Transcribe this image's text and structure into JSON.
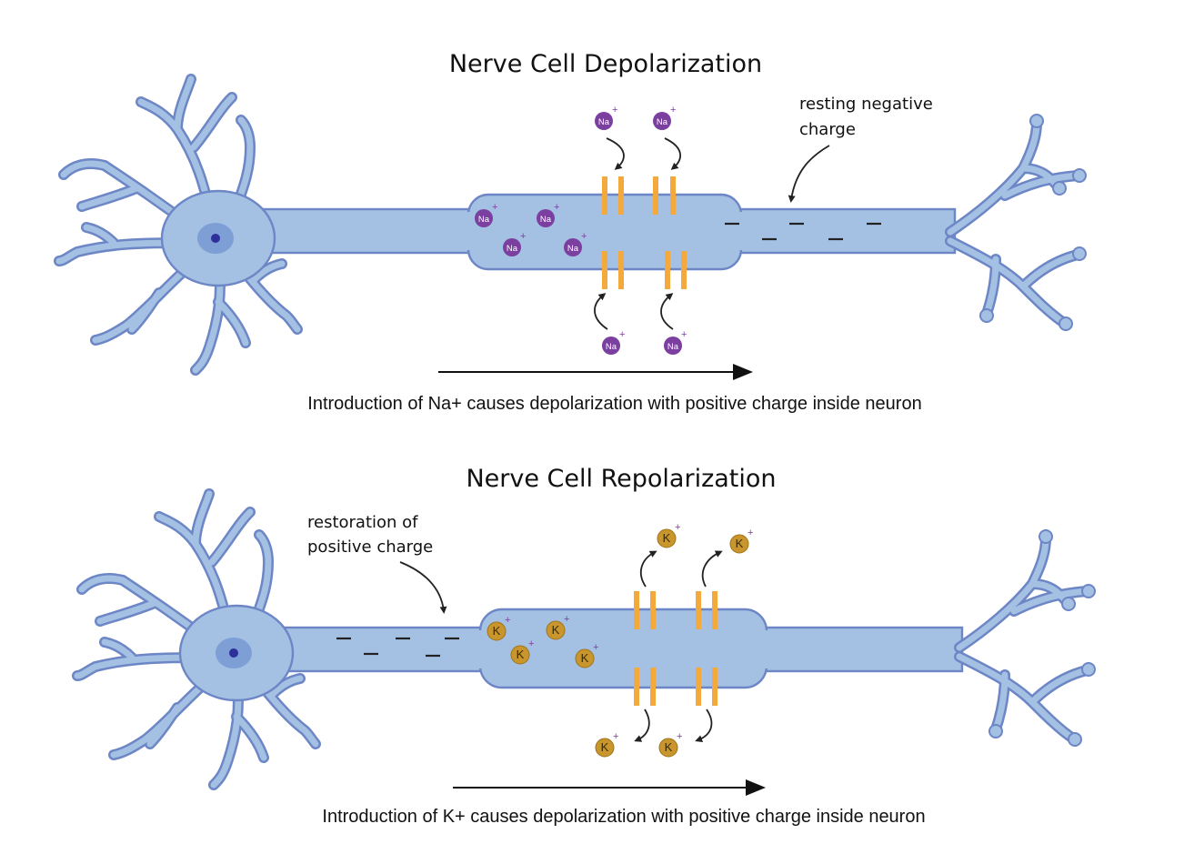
{
  "panels": [
    {
      "title": "Nerve Cell Depolarization",
      "caption": "Introduction of Na+ causes depolarization with positive charge inside neuron",
      "annotation_line1": "resting negative",
      "annotation_line2": "charge",
      "ion_label": "Na",
      "ion_charge": "+",
      "ion_color": "#7b3fa0"
    },
    {
      "title": "Nerve Cell Repolarization",
      "caption": "Introduction of K+ causes depolarization with positive charge inside neuron",
      "annotation_line1": "restoration of",
      "annotation_line2": "positive charge",
      "ion_label": "K",
      "ion_charge": "+",
      "ion_color": "#c9962e"
    }
  ],
  "colors": {
    "neuron_fill": "#a4c0e3",
    "neuron_outline": "#6d86c6",
    "nucleus": "#2d2f9a",
    "channel": "#f3a93b"
  }
}
